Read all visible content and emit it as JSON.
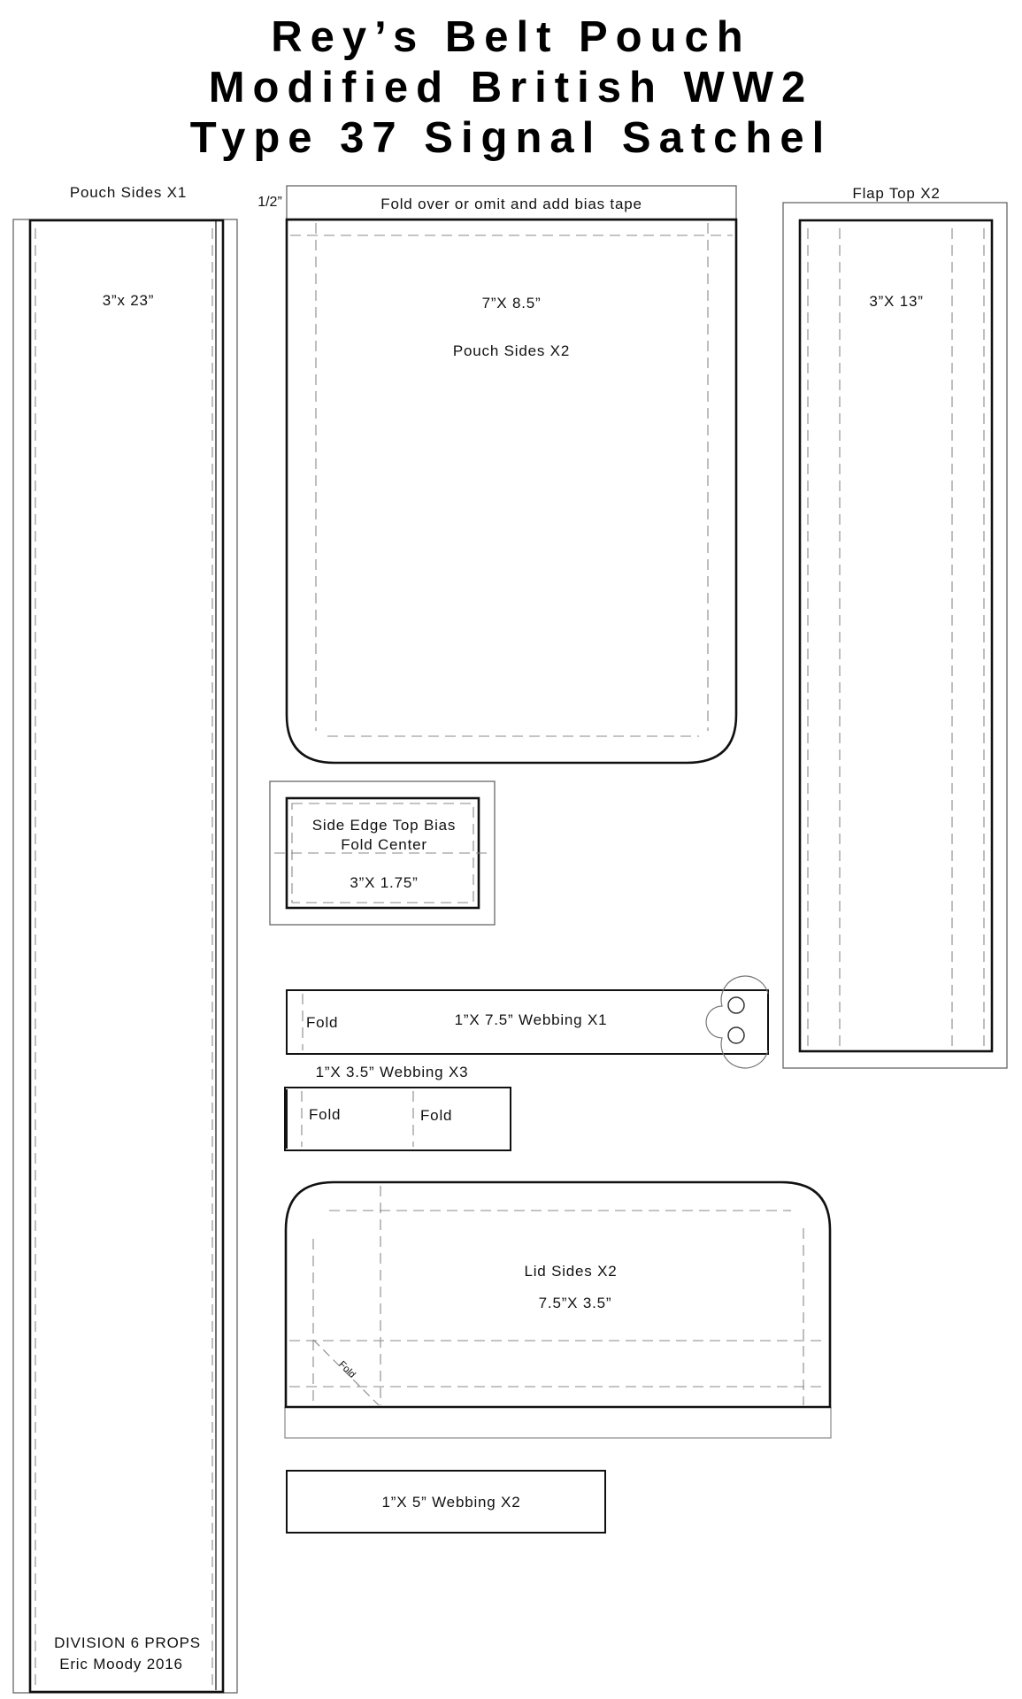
{
  "title": {
    "line1": "Rey’s Belt Pouch",
    "line2": "Modified British WW2",
    "line3": "Type 37 Signal Satchel"
  },
  "pieces": {
    "side_strip": {
      "label": "Pouch Sides X1",
      "size": "3”x 23”"
    },
    "pouch_body": {
      "seam_note": "1/2”",
      "fold_note": "Fold over or omit and add bias tape",
      "size": "7”X 8.5”",
      "label": "Pouch Sides X2"
    },
    "flap_top": {
      "label": "Flap Top X2",
      "size": "3”X 13”"
    },
    "bias_tab": {
      "line1": "Side Edge Top Bias",
      "line2": "Fold Center",
      "size": "3”X 1.75”"
    },
    "webbing_long": {
      "fold": "Fold",
      "label": "1”X 7.5” Webbing X1"
    },
    "webbing_short": {
      "label": "1”X 3.5” Webbing X3",
      "fold_a": "Fold",
      "fold_b": "Fold"
    },
    "lid_sides": {
      "label": "Lid Sides X2",
      "size": "7.5”X 3.5”",
      "fold": "Fold"
    },
    "webbing_mid": {
      "label": "1”X 5” Webbing X2"
    }
  },
  "credit": {
    "line1": "DIVISION 6 PROPS",
    "line2": "Eric Moody 2016"
  }
}
